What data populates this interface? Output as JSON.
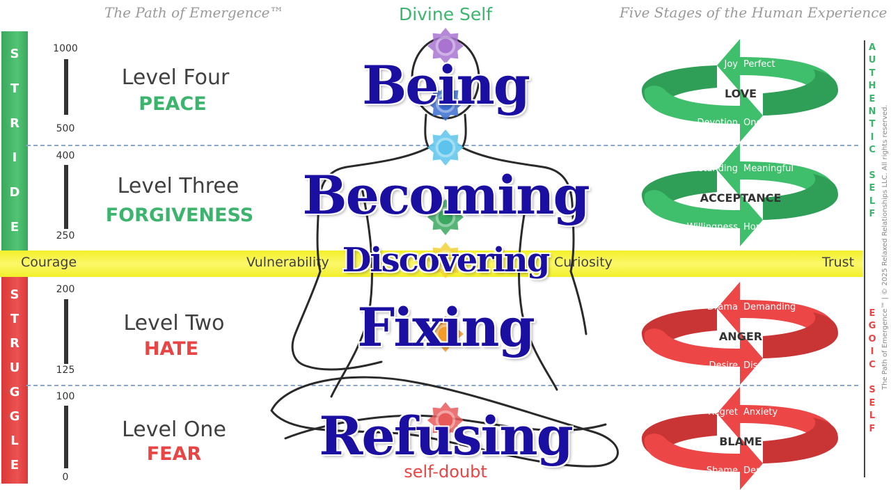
{
  "header": {
    "left_title": "The Path of Emergence™",
    "center_top": "Divine Self",
    "right_title": "Five Stages of the Human Experience",
    "center_bottom": "self-doubt"
  },
  "side_bars": {
    "stride_letters": [
      "S",
      "T",
      "R",
      "I",
      "D",
      "E"
    ],
    "struggle_letters": [
      "S",
      "T",
      "R",
      "U",
      "G",
      "G",
      "L",
      "E"
    ],
    "stride_color": "#4cbf6e",
    "struggle_color": "#e84848"
  },
  "band": {
    "color": "#f6f43a",
    "labels": {
      "courage": "Courage",
      "vulnerability": "Vulnerability",
      "curiosity": "Curiosity",
      "trust": "Trust"
    }
  },
  "levels": [
    {
      "title": "Level Four",
      "word": "PEACE",
      "word_color": "#3cb46e",
      "scale_top": "1000",
      "scale_bottom": "500"
    },
    {
      "title": "Level Three",
      "word": "FORGIVENESS",
      "word_color": "#3cb46e",
      "scale_top": "400",
      "scale_bottom": "250"
    },
    {
      "title": "Level Two",
      "word": "HATE",
      "word_color": "#e94545",
      "scale_top": "200",
      "scale_bottom": "125"
    },
    {
      "title": "Level One",
      "word": "FEAR",
      "word_color": "#e94545",
      "scale_top": "100",
      "scale_bottom": "0"
    }
  ],
  "stages": [
    "Being",
    "Becoming",
    "Discovering",
    "Fixing",
    "Refusing"
  ],
  "stage_color": "#1a0fa0",
  "chakras": [
    {
      "name": "crown-chakra-icon",
      "color": "#a874d0"
    },
    {
      "name": "third-eye-chakra-icon",
      "color": "#3b6fd0"
    },
    {
      "name": "throat-chakra-icon",
      "color": "#5cc4ec"
    },
    {
      "name": "heart-chakra-icon",
      "color": "#3aa860"
    },
    {
      "name": "solar-plexus-chakra-icon",
      "color": "#f2d23a"
    },
    {
      "name": "sacral-chakra-icon",
      "color": "#f29a2a"
    },
    {
      "name": "root-chakra-icon",
      "color": "#e85a5a"
    }
  ],
  "cycles": [
    {
      "center": "LOVE",
      "top_left": "Joy",
      "top_right": "Perfect",
      "bottom_left": "Devotion",
      "bottom_right": "Oneness",
      "color": "#3fbf6c",
      "dark": "#2f9e57"
    },
    {
      "center": "ACCEPTANCE",
      "top_left": "Understanding",
      "top_right": "Meaningful",
      "bottom_left": "Willingness",
      "bottom_right": "Hopeful",
      "color": "#3fbf6c",
      "dark": "#2f9e57"
    },
    {
      "center": "ANGER",
      "top_left": "Drama",
      "top_right": "Demanding",
      "bottom_left": "Desire",
      "bottom_right": "Disappointment",
      "color": "#ec4646",
      "dark": "#c93535"
    },
    {
      "center": "BLAME",
      "top_left": "Regret",
      "top_right": "Anxiety",
      "bottom_left": "Shame",
      "bottom_right": "Depression",
      "color": "#ec4646",
      "dark": "#c93535"
    }
  ],
  "right_side": {
    "authentic_letters": [
      "A",
      "U",
      "T",
      "H",
      "E",
      "N",
      "T",
      "I",
      "C",
      "",
      "S",
      "E",
      "L",
      "F"
    ],
    "egoic_letters": [
      "E",
      "G",
      "O",
      "I",
      "C",
      "",
      "S",
      "E",
      "L",
      "F"
    ],
    "authentic_color": "#3cb46e",
    "egoic_color": "#e94545",
    "copyright": "The Path of Emergence™ | © 2025 Relaxed Relationships LLC. All rights reserved."
  }
}
